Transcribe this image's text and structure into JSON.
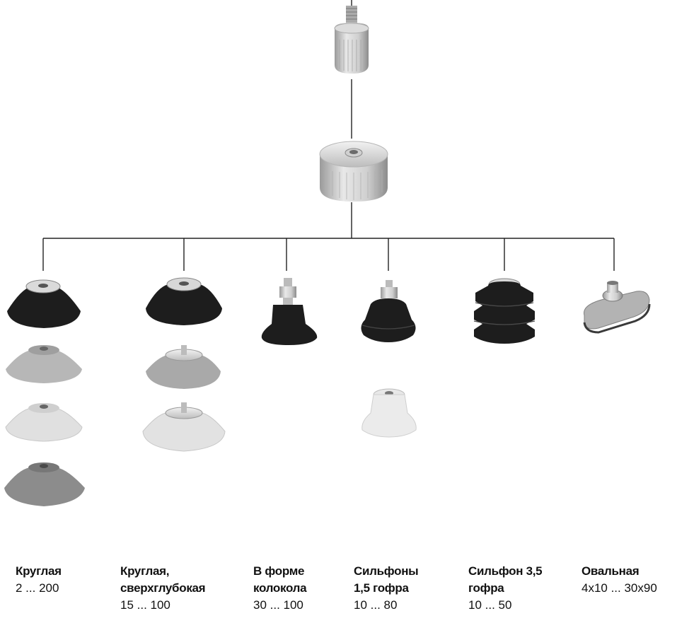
{
  "colors": {
    "line": "#222222",
    "black_cup": "#1d1d1d",
    "grey_cup": "#8a8a8a",
    "light_cup": "#c9c9c9",
    "white_cup": "#e6e6e6",
    "metal": "#c0c0c0"
  },
  "columns": [
    {
      "name": "Круглая",
      "range": "2 ... 200"
    },
    {
      "name": "Круглая, сверхглубокая",
      "range": "15 ... 100"
    },
    {
      "name": "В форме колокола",
      "range": "30 ... 100"
    },
    {
      "name": "Сильфоны 1,5 гофра",
      "range": "10 ... 80"
    },
    {
      "name": "Сильфон 3,5 гофра",
      "range": "10 ... 50"
    },
    {
      "name": "Овальная",
      "range": "4x10 ... 30x90"
    }
  ]
}
